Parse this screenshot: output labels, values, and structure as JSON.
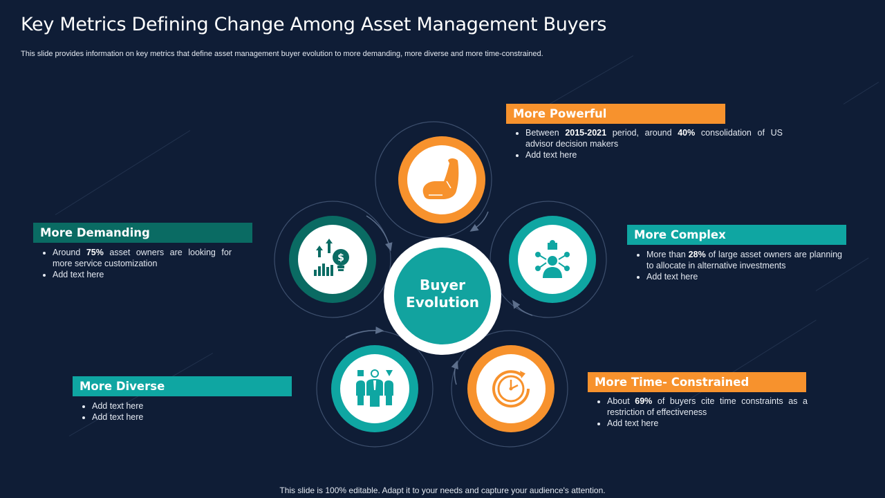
{
  "slide": {
    "title": "Key Metrics Defining Change Among Asset Management Buyers",
    "subtitle": "This slide provides information on key metrics that define asset management buyer evolution to more demanding, more diverse and more time-constrained.",
    "footer": "This slide is 100% editable. Adapt it to your needs and capture your audience's attention."
  },
  "center": {
    "line1": "Buyer",
    "line2": "Evolution"
  },
  "colors": {
    "background": "#0f1d36",
    "orange": "#f7922d",
    "teal": "#0fa6a2",
    "dark_teal": "#0a6b63",
    "center_teal": "#12a39f"
  },
  "metrics": {
    "powerful": {
      "heading": "More Powerful",
      "icon": "flexed-arm-icon",
      "b1_pre": "Between ",
      "b1_bold1": "2015-2021",
      "b1_mid": " period, around ",
      "b1_bold2": "40%",
      "b1_post": " consolidation of US advisor decision makers",
      "b2": "Add text here"
    },
    "complex": {
      "heading": "More Complex",
      "icon": "puzzle-network-icon",
      "b1_pre": "More than ",
      "b1_bold": "28%",
      "b1_post": " of large asset owners are planning to allocate in alternative investments",
      "b2": "Add text here"
    },
    "time": {
      "heading": "More Time- Constrained",
      "icon": "clock-icon",
      "b1_pre": "About ",
      "b1_bold": "69%",
      "b1_post": " of buyers cite time constraints as a restriction of effectiveness",
      "b2": "Add text here"
    },
    "diverse": {
      "heading": "More Diverse",
      "icon": "diverse-people-icon",
      "b1": "Add text here",
      "b2": "Add text here"
    },
    "demanding": {
      "heading": "More Demanding",
      "icon": "money-growth-icon",
      "b1_pre": "Around ",
      "b1_bold": "75%",
      "b1_post": " asset owners are looking for more service customization",
      "b2": "Add text here"
    }
  }
}
